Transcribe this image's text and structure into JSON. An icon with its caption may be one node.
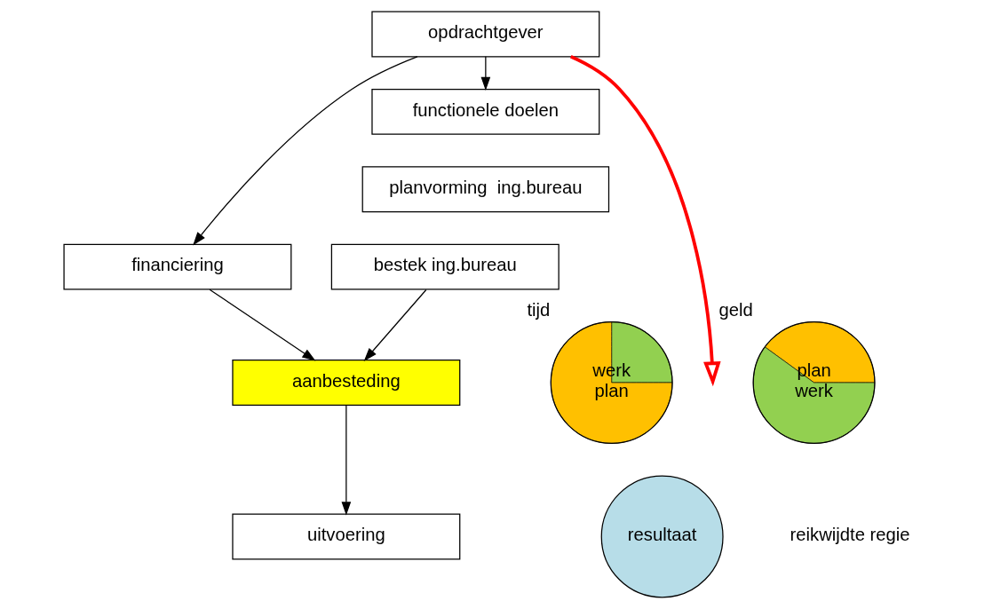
{
  "diagram": {
    "nodes": [
      {
        "text": [
          "opdrachtgever"
        ]
      },
      {
        "text": [
          "functionele doelen"
        ]
      },
      {
        "text": [
          "planvorming  ing.bureau"
        ]
      },
      {
        "text": [
          "bestek ing.bureau"
        ]
      },
      {
        "text": [
          "financiering"
        ]
      },
      {
        "text": [
          "aanbesteding"
        ]
      },
      {
        "text": [
          "uitvoering"
        ]
      },
      {
        "text": [
          "werk",
          "plan"
        ],
        "beside": [
          "tijd"
        ]
      },
      {
        "text": [
          "plan",
          "werk"
        ],
        "beside": [
          "geld"
        ]
      },
      {
        "text": [
          "resultaat"
        ]
      }
    ],
    "edges": [
      {
        "from": 0,
        "to": 1,
        "arrow": "to"
      },
      {
        "from": 0,
        "to": 4,
        "arrow": "to"
      },
      {
        "from": 3,
        "to": 5,
        "arrow": "to"
      },
      {
        "from": 4,
        "to": 5,
        "arrow": "to"
      },
      {
        "from": 5,
        "to": 6,
        "arrow": "to"
      },
      {
        "from": 0,
        "to": null,
        "arrow": "to",
        "style": "thick",
        "color": "#ff0000"
      }
    ],
    "labels": [
      "reikwijdte regie"
    ]
  }
}
